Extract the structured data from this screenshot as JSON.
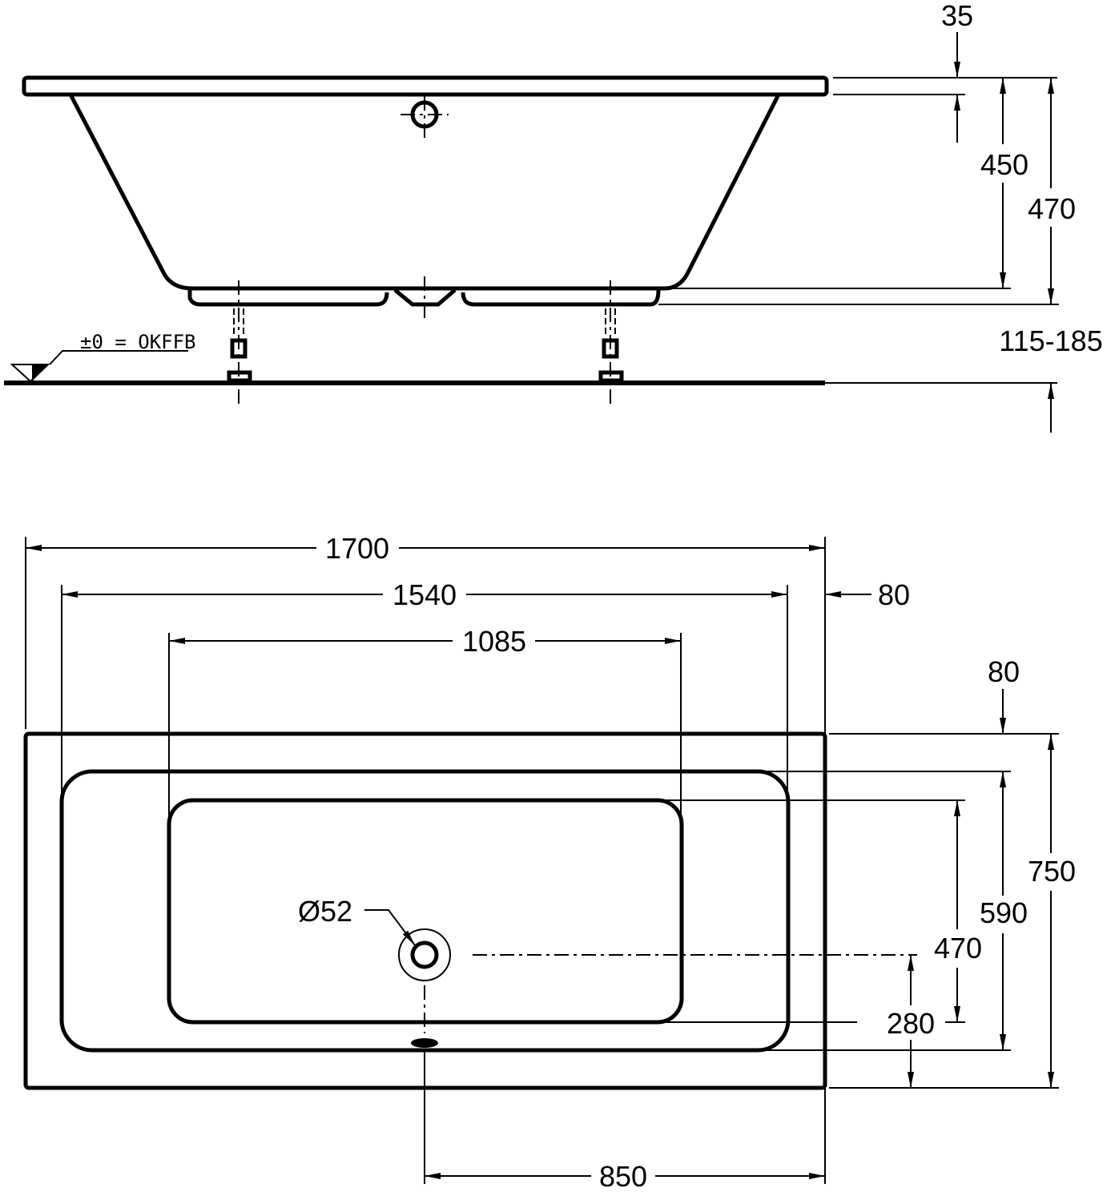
{
  "side_view": {
    "rim_thickness": "35",
    "depth_inner": "450",
    "height_total": "470",
    "leg_range": "115-185",
    "floor_label": "±0 = OKFFB"
  },
  "plan_view": {
    "length_outer": "1700",
    "length_inner": "1540",
    "length_bottom": "1085",
    "rim_side": "80",
    "rim_top": "80",
    "width_outer": "750",
    "width_inner": "590",
    "width_bottom": "470",
    "drain_offset": "280",
    "drain_from_end": "850",
    "drain_diameter": "Ø52"
  }
}
